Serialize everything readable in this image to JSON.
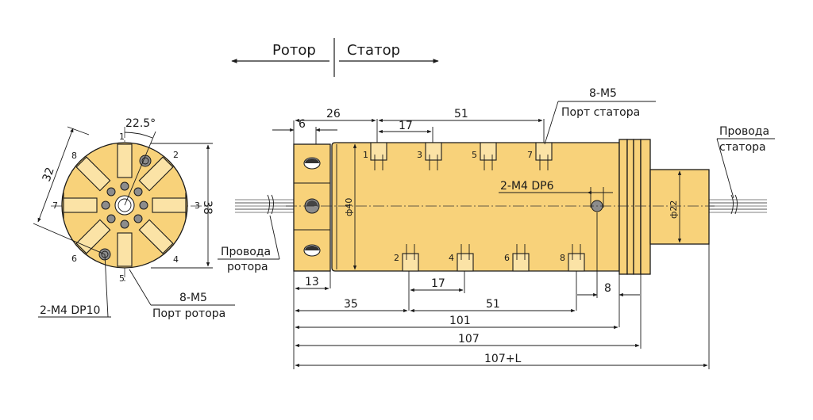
{
  "header": {
    "rotor_label": "Ротор",
    "stator_label": "Статор"
  },
  "end_view": {
    "angle_label": "22.5°",
    "diag_dim": "32",
    "height_dim": "38",
    "ports": [
      "1",
      "2",
      "3",
      "4",
      "5",
      "6",
      "7",
      "8"
    ],
    "thread_callout": "2-M4 DP10",
    "port_thread": "8-M5",
    "port_name": "Порт ротора"
  },
  "side_view": {
    "top_dims": [
      "6",
      "26",
      "51",
      "17"
    ],
    "stator_ports_top": [
      "1",
      "3",
      "5",
      "7"
    ],
    "stator_ports_bottom": [
      "2",
      "4",
      "6",
      "8"
    ],
    "stator_thread": "8-M5",
    "stator_port_name": "Порт статора",
    "hole_callout": "2-M4 DP6",
    "dia_body": "ф40",
    "dia_tail": "ф22",
    "wires_rotor": [
      "Провода",
      "ротора"
    ],
    "wires_stator": [
      "Провода",
      "статора"
    ],
    "dim_13": "13",
    "dim_17b": "17",
    "dim_35": "35",
    "dim_51b": "51",
    "dim_8": "8",
    "dim_101": "101",
    "dim_107": "107",
    "dim_107L": "107+L"
  }
}
